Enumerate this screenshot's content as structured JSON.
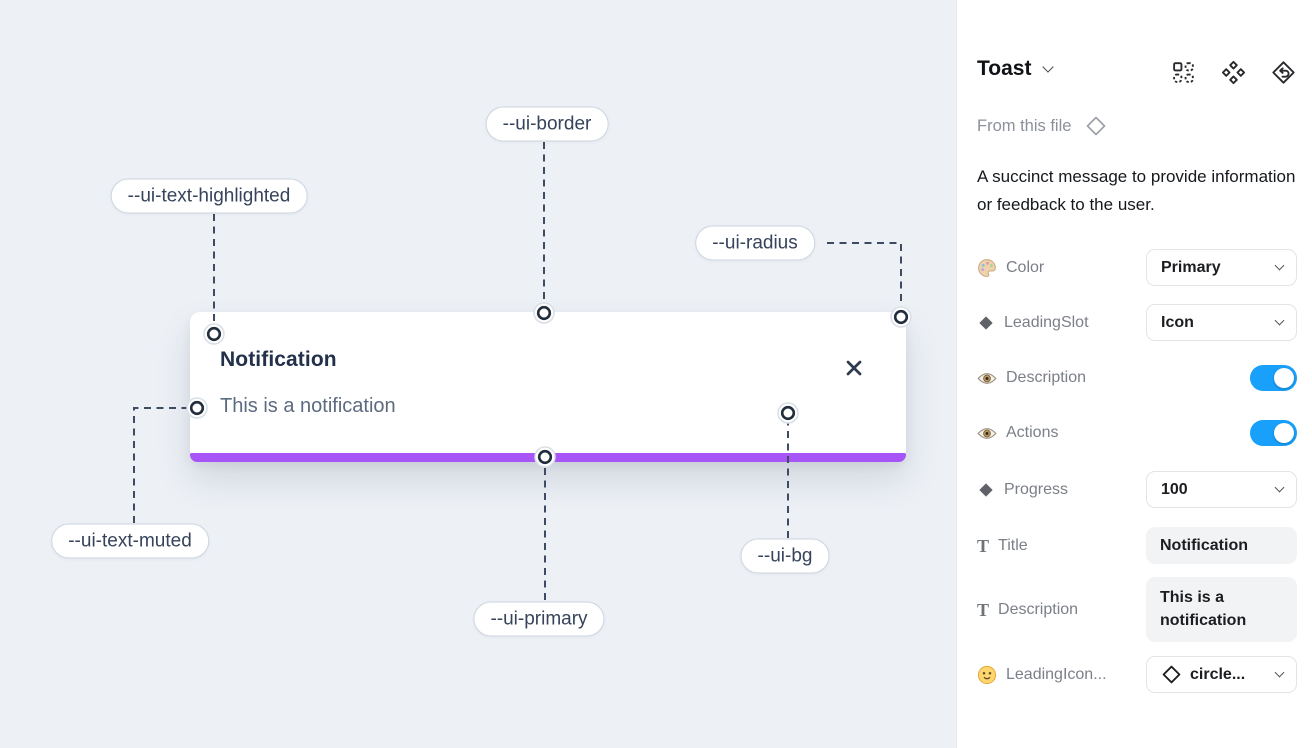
{
  "canvas": {
    "bg_color": "#edf1f6",
    "toast": {
      "title": "Notification",
      "description": "This is a notification",
      "progress_color": "#a855f7"
    },
    "annotations": {
      "border": "--ui-border",
      "text_highlighted": "--ui-text-highlighted",
      "radius": "--ui-radius",
      "text_muted": "--ui-text-muted",
      "primary": "--ui-primary",
      "bg": "--ui-bg"
    }
  },
  "panel": {
    "title": "Toast",
    "source_label": "From this file",
    "description": "A succinct message to provide information or feedback to the user.",
    "toggle_color": "#18a0fb",
    "rows": [
      {
        "icon": "palette-icon",
        "label": "Color",
        "type": "select",
        "value": "Primary"
      },
      {
        "icon": "diamond-icon",
        "label": "LeadingSlot",
        "type": "select",
        "value": "Icon"
      },
      {
        "icon": "eye-icon",
        "label": "Description",
        "type": "toggle",
        "value": "on"
      },
      {
        "icon": "eye-icon",
        "label": "Actions",
        "type": "toggle",
        "value": "on"
      },
      {
        "icon": "diamond-icon",
        "label": "Progress",
        "type": "select",
        "value": "100"
      },
      {
        "icon": "text-icon",
        "label": "Title",
        "type": "text",
        "value": "Notification"
      },
      {
        "icon": "text-icon",
        "label": "Description",
        "type": "text",
        "value": "This is a notification"
      },
      {
        "icon": "smiley-icon",
        "label": "LeadingIcon...",
        "type": "select",
        "value": "circle..."
      }
    ]
  }
}
